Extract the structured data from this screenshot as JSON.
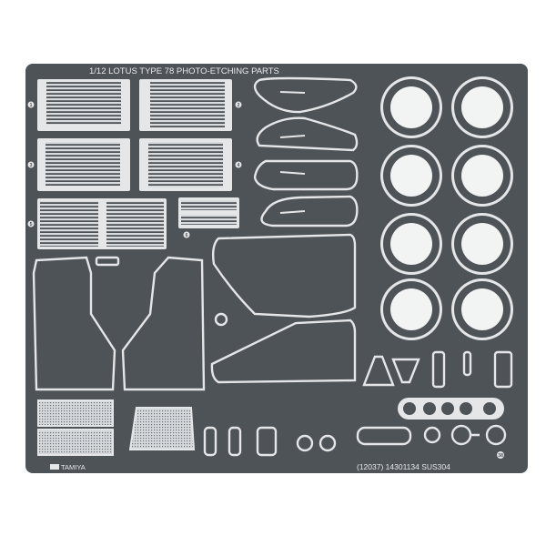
{
  "sheet": {
    "title": "1/12  LOTUS TYPE 78  PHOTO-ETCHING PARTS",
    "brand": "TAMIYA",
    "code_line": "(12037)  14301134  SUS304",
    "part_numbers": [
      "1",
      "2",
      "3",
      "4",
      "5",
      "6",
      "38"
    ]
  },
  "colors": {
    "sheet": "#4e5358",
    "metal": "#e4e6e7",
    "background": "#ffffff"
  }
}
